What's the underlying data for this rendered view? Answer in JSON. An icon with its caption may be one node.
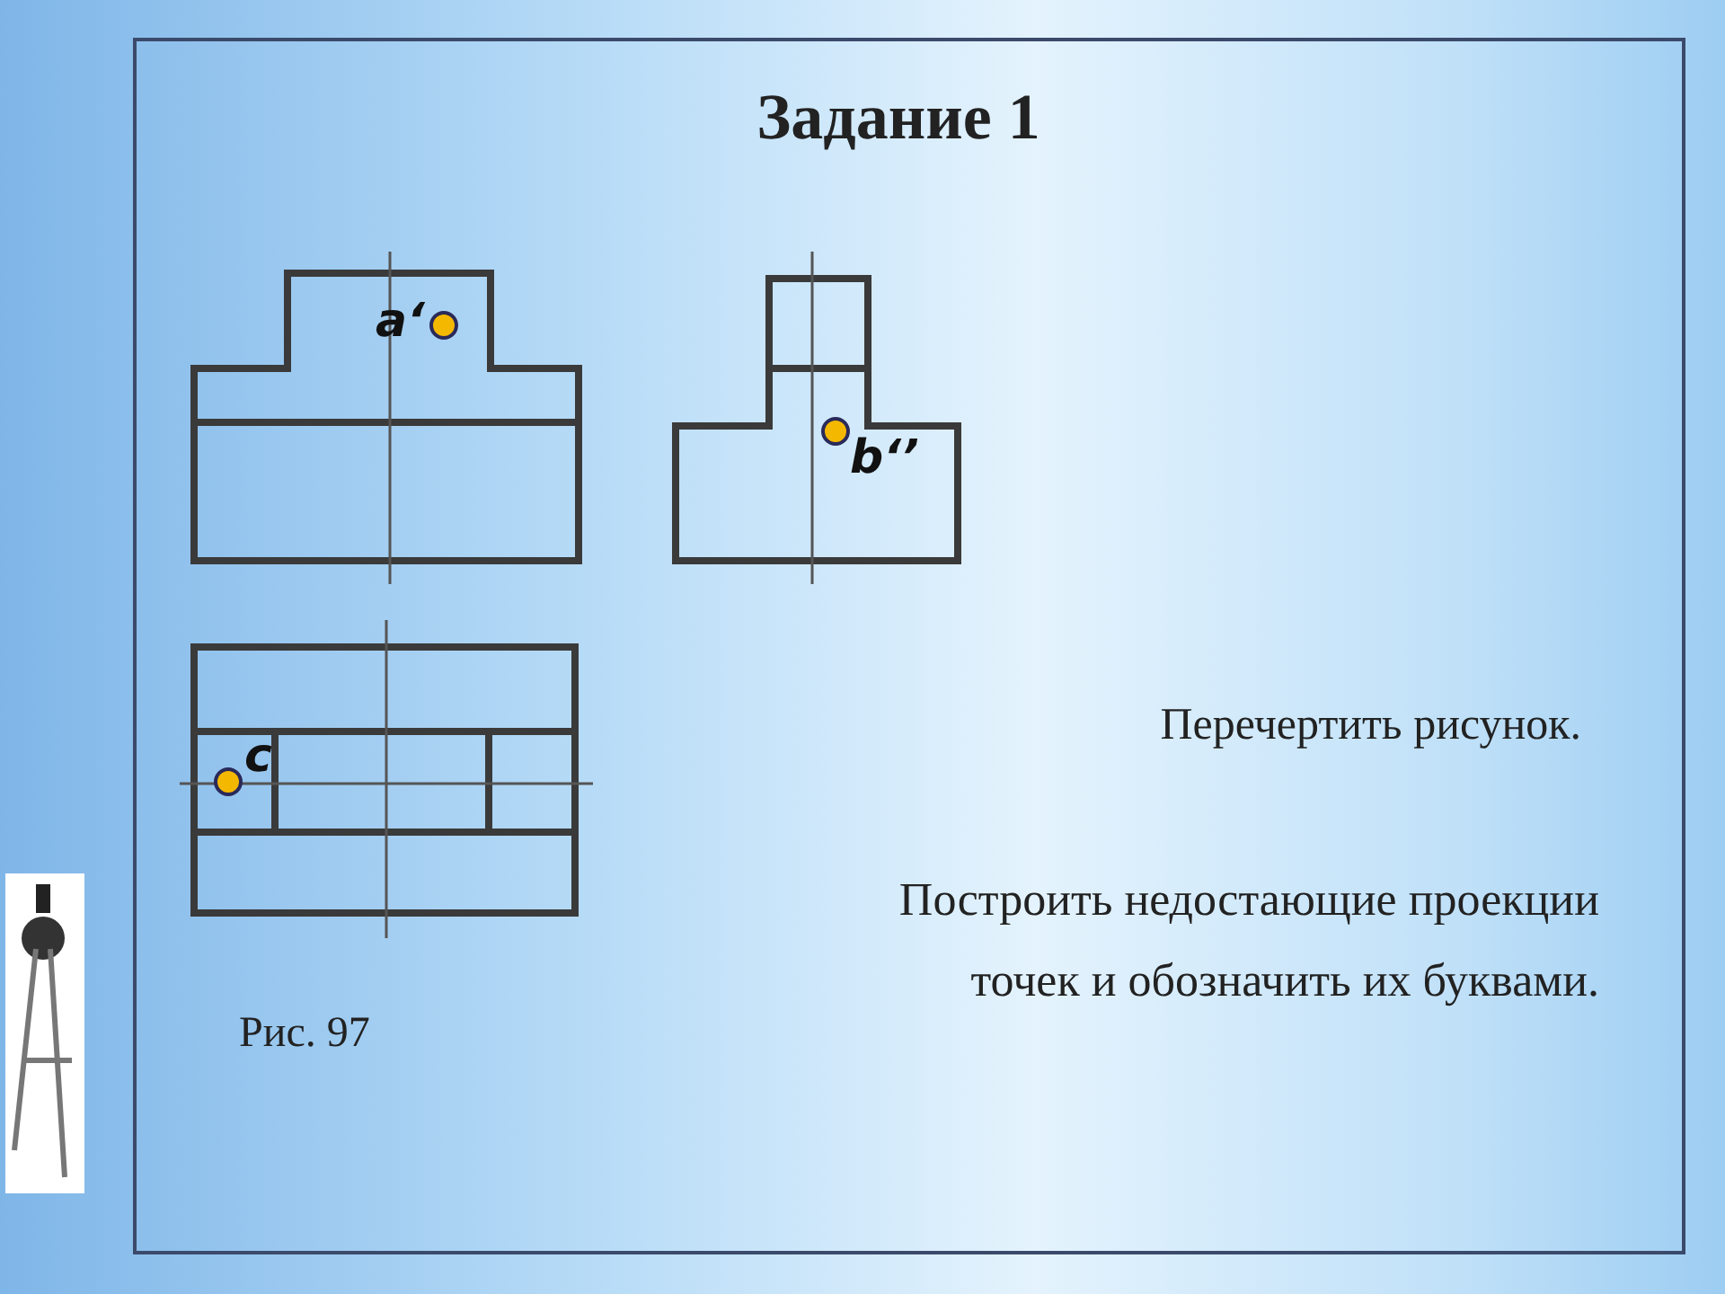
{
  "diagram": {
    "title": "Задание 1",
    "labels": [
      "a‘",
      "b‘’",
      "c",
      "Перечертить рисунок.",
      "Построить недостающие проекции точек и обозначить их буквами.",
      "Рис. 97"
    ]
  }
}
